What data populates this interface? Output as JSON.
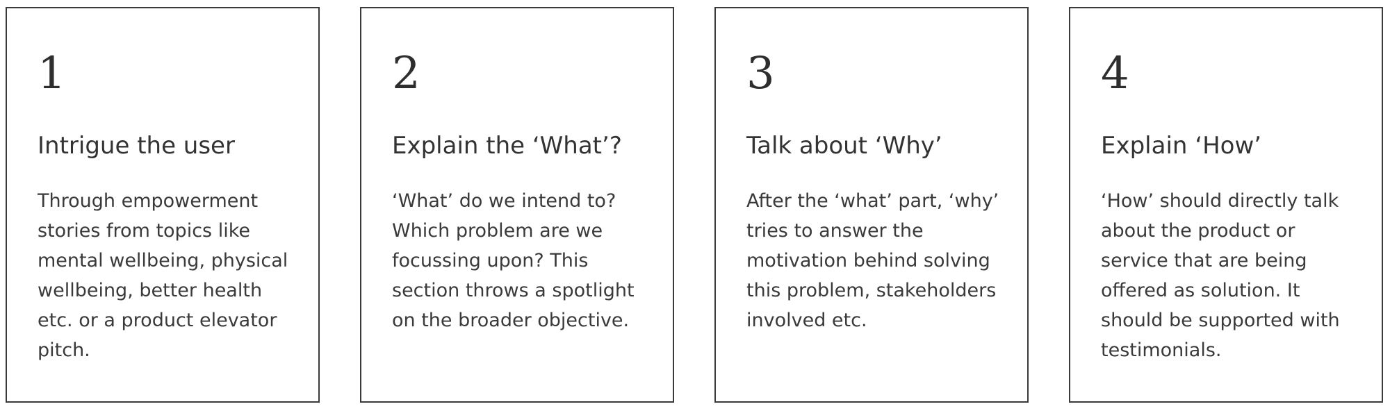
{
  "cards": [
    {
      "number": "1",
      "title": "Intrigue the user",
      "body": "Through empowerment stories from topics like mental wellbeing, physical wellbeing, better health etc. or a product elevator pitch."
    },
    {
      "number": "2",
      "title": "Explain the ‘What’?",
      "body": "‘What’ do we intend to? Which problem are we focussing upon? This section throws a spotlight on the broader objective."
    },
    {
      "number": "3",
      "title": "Talk about ‘Why’",
      "body": "After the ‘what’ part, ‘why’ tries to answer the motivation behind solving this problem, stakeholders involved etc."
    },
    {
      "number": "4",
      "title": "Explain ‘How’",
      "body": "‘How’ should directly talk about the product or service that are being offered as solution. It should be supported with testimonials."
    }
  ],
  "colors": {
    "border": "#3a3a3a",
    "text": "#333333",
    "background": "#ffffff"
  }
}
